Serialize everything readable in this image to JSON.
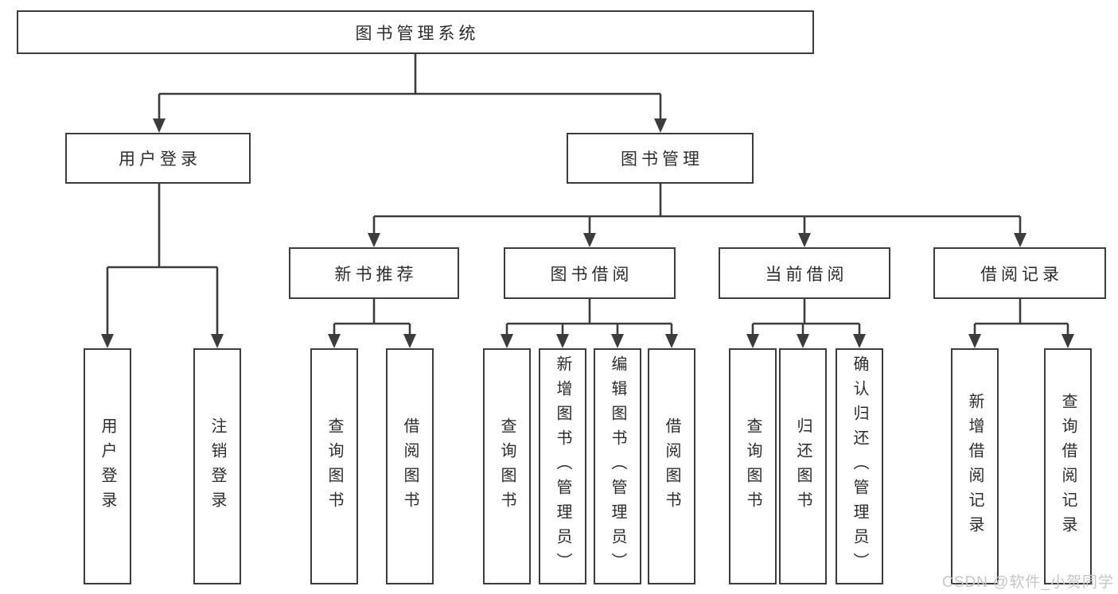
{
  "colors": {
    "line": "#3c3c3e",
    "text": "#2c2c2e",
    "watermark": "#c6c6c6",
    "background": "#ffffff"
  },
  "watermark": "CSDN @软件_小贺同学",
  "tree": {
    "root": {
      "label": "图书管理系统",
      "children": [
        {
          "label": "用户登录",
          "children": [
            {
              "label": "用户登录"
            },
            {
              "label": "注销登录"
            }
          ]
        },
        {
          "label": "图书管理",
          "children": [
            {
              "label": "新书推荐",
              "children": [
                {
                  "label": "查询图书"
                },
                {
                  "label": "借阅图书"
                }
              ]
            },
            {
              "label": "图书借阅",
              "children": [
                {
                  "label": "查询图书"
                },
                {
                  "label": "新增图书（管理员）"
                },
                {
                  "label": "编辑图书（管理员）"
                },
                {
                  "label": "借阅图书"
                }
              ]
            },
            {
              "label": "当前借阅",
              "children": [
                {
                  "label": "查询图书"
                },
                {
                  "label": "归还图书"
                },
                {
                  "label": "确认归还（管理员）"
                }
              ]
            },
            {
              "label": "借阅记录",
              "children": [
                {
                  "label": "新增借阅记录"
                },
                {
                  "label": "查询借阅记录"
                }
              ]
            }
          ]
        }
      ]
    }
  }
}
